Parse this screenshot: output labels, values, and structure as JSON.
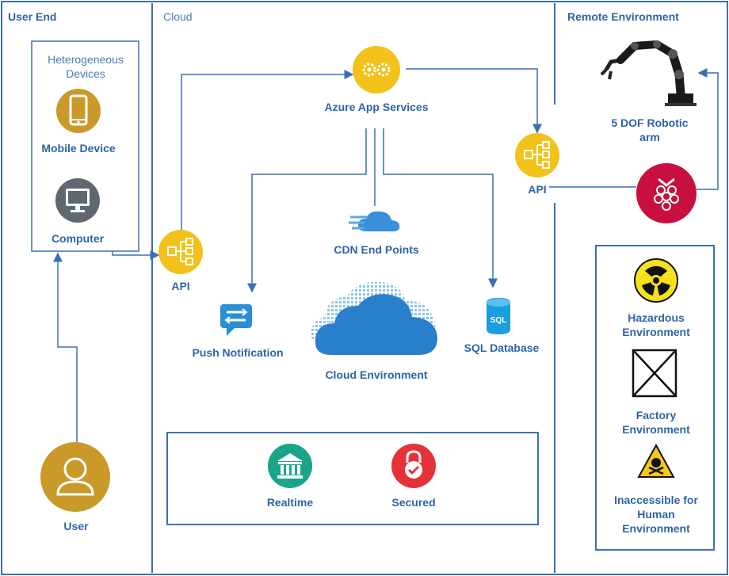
{
  "sections": {
    "user_end": "User End",
    "cloud": "Cloud",
    "remote": "Remote Environment"
  },
  "devices": {
    "group_title": "Heterogeneous Devices",
    "mobile": "Mobile Device",
    "computer": "Computer"
  },
  "user": "User",
  "api_left": "API",
  "api_right": "API",
  "azure": "Azure App Services",
  "cdn": "CDN End Points",
  "push": "Push Notification",
  "cloud_env": "Cloud Environment",
  "sql": "SQL Database",
  "sql_icon_text": "SQL",
  "features": {
    "realtime": "Realtime",
    "secured": "Secured"
  },
  "robot": "5 DOF Robotic arm",
  "environments": {
    "hazardous": "Hazardous Environment",
    "factory": "Factory Environment",
    "inaccessible": "Inaccessible for Human Environment"
  },
  "colors": {
    "line": "#3b6fb5",
    "api_yellow": "#f2c21b",
    "user_gold": "#c99a2a",
    "gray_circle": "#5f6770",
    "teal": "#1aa58a",
    "red": "#e53238",
    "raspberry": "#c7103f",
    "cloud_blue": "#2a7fcc"
  }
}
